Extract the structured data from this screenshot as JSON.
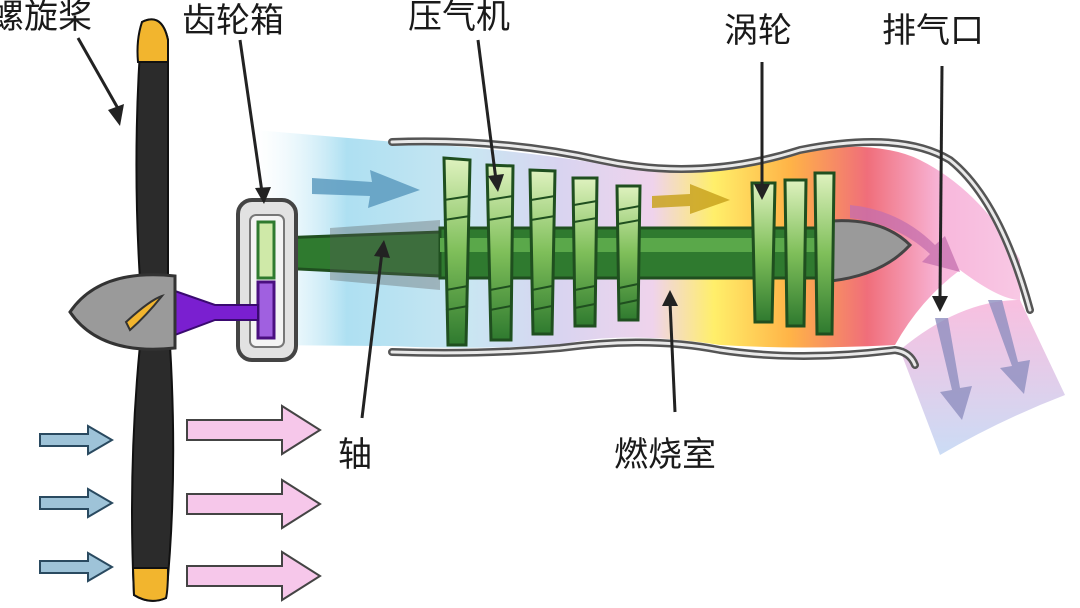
{
  "labels": {
    "propeller": "螺旋桨",
    "gearbox": "齿轮箱",
    "compressor": "压气机",
    "turbine": "涡轮",
    "exhaust": "排气口",
    "shaft": "轴",
    "combustor": "燃烧室"
  },
  "colors": {
    "background": "#ffffff",
    "blade": "#2b2b2b",
    "blade_tip": "#f2b52e",
    "spinner": "#9a9a9a",
    "gearbox_frame": "#777777",
    "drive_shaft_purple": "#7a1fd0",
    "rotor_green": "#2f7a2f",
    "blade_light_green": "#cfe9a8",
    "intake_blue": "#aee0f2",
    "combustion_yellow": "#ffef6a",
    "combustion_orange": "#ffb347",
    "turbine_red": "#f06e7a",
    "exhaust_pink": "#f8b8dc",
    "intake_arrow": "#9ec3d8",
    "propeller_arrow": "#f6c7ea"
  }
}
